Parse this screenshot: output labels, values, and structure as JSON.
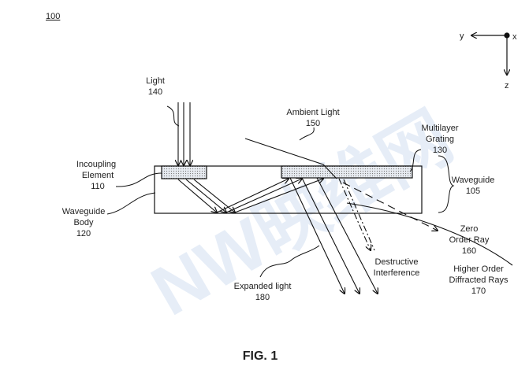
{
  "figure_number": "100",
  "caption": "FIG. 1",
  "watermark": "NW映维网",
  "axes": {
    "y": "y",
    "x": "x",
    "z": "z"
  },
  "labels": {
    "light": [
      "Light",
      "140"
    ],
    "ambient": [
      "Ambient Light",
      "150"
    ],
    "grating": [
      "Multilayer",
      "Grating",
      "130"
    ],
    "incoupling": [
      "Incoupling",
      "Element",
      "110"
    ],
    "waveguide": [
      "Waveguide",
      "105"
    ],
    "body": [
      "Waveguide",
      "Body",
      "120"
    ],
    "zero": [
      "Zero",
      "Order Ray",
      "160"
    ],
    "destructive": [
      "Destructive",
      "Interference"
    ],
    "higher": [
      "Higher Order",
      "Diffracted Rays",
      "170"
    ],
    "expanded": [
      "Expanded light",
      "180"
    ]
  }
}
